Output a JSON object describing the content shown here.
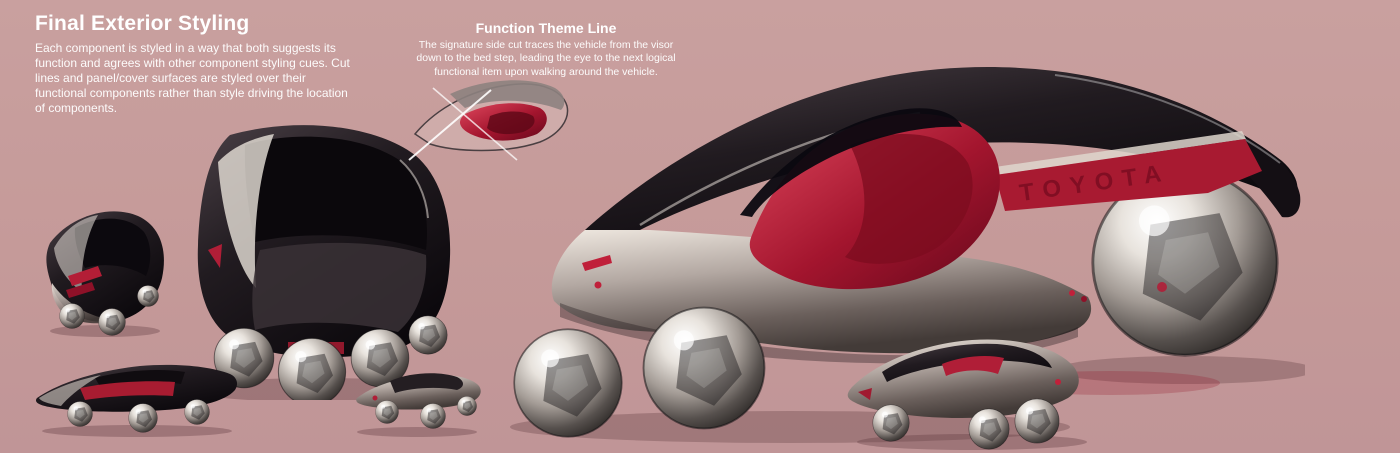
{
  "palette": {
    "background": "#c59a99",
    "accent_red": "#a81a31",
    "body_dark": "#171216",
    "chrome_light": "#efe9e2",
    "text": "#ffffff"
  },
  "header": {
    "title": "Final Exterior Styling",
    "body": "Each component is styled in a way that both suggests its function and agrees with other component styling cues. Cut lines and panel/cover surfaces are styled over their functional components rather than style driving the location of components."
  },
  "callout": {
    "title": "Function Theme Line",
    "body": "The signature side cut traces the vehicle from the visor down to the bed step, leading the eye to the next logical functional item upon walking around the vehicle."
  },
  "vehicle_brand": "TOYOTA"
}
